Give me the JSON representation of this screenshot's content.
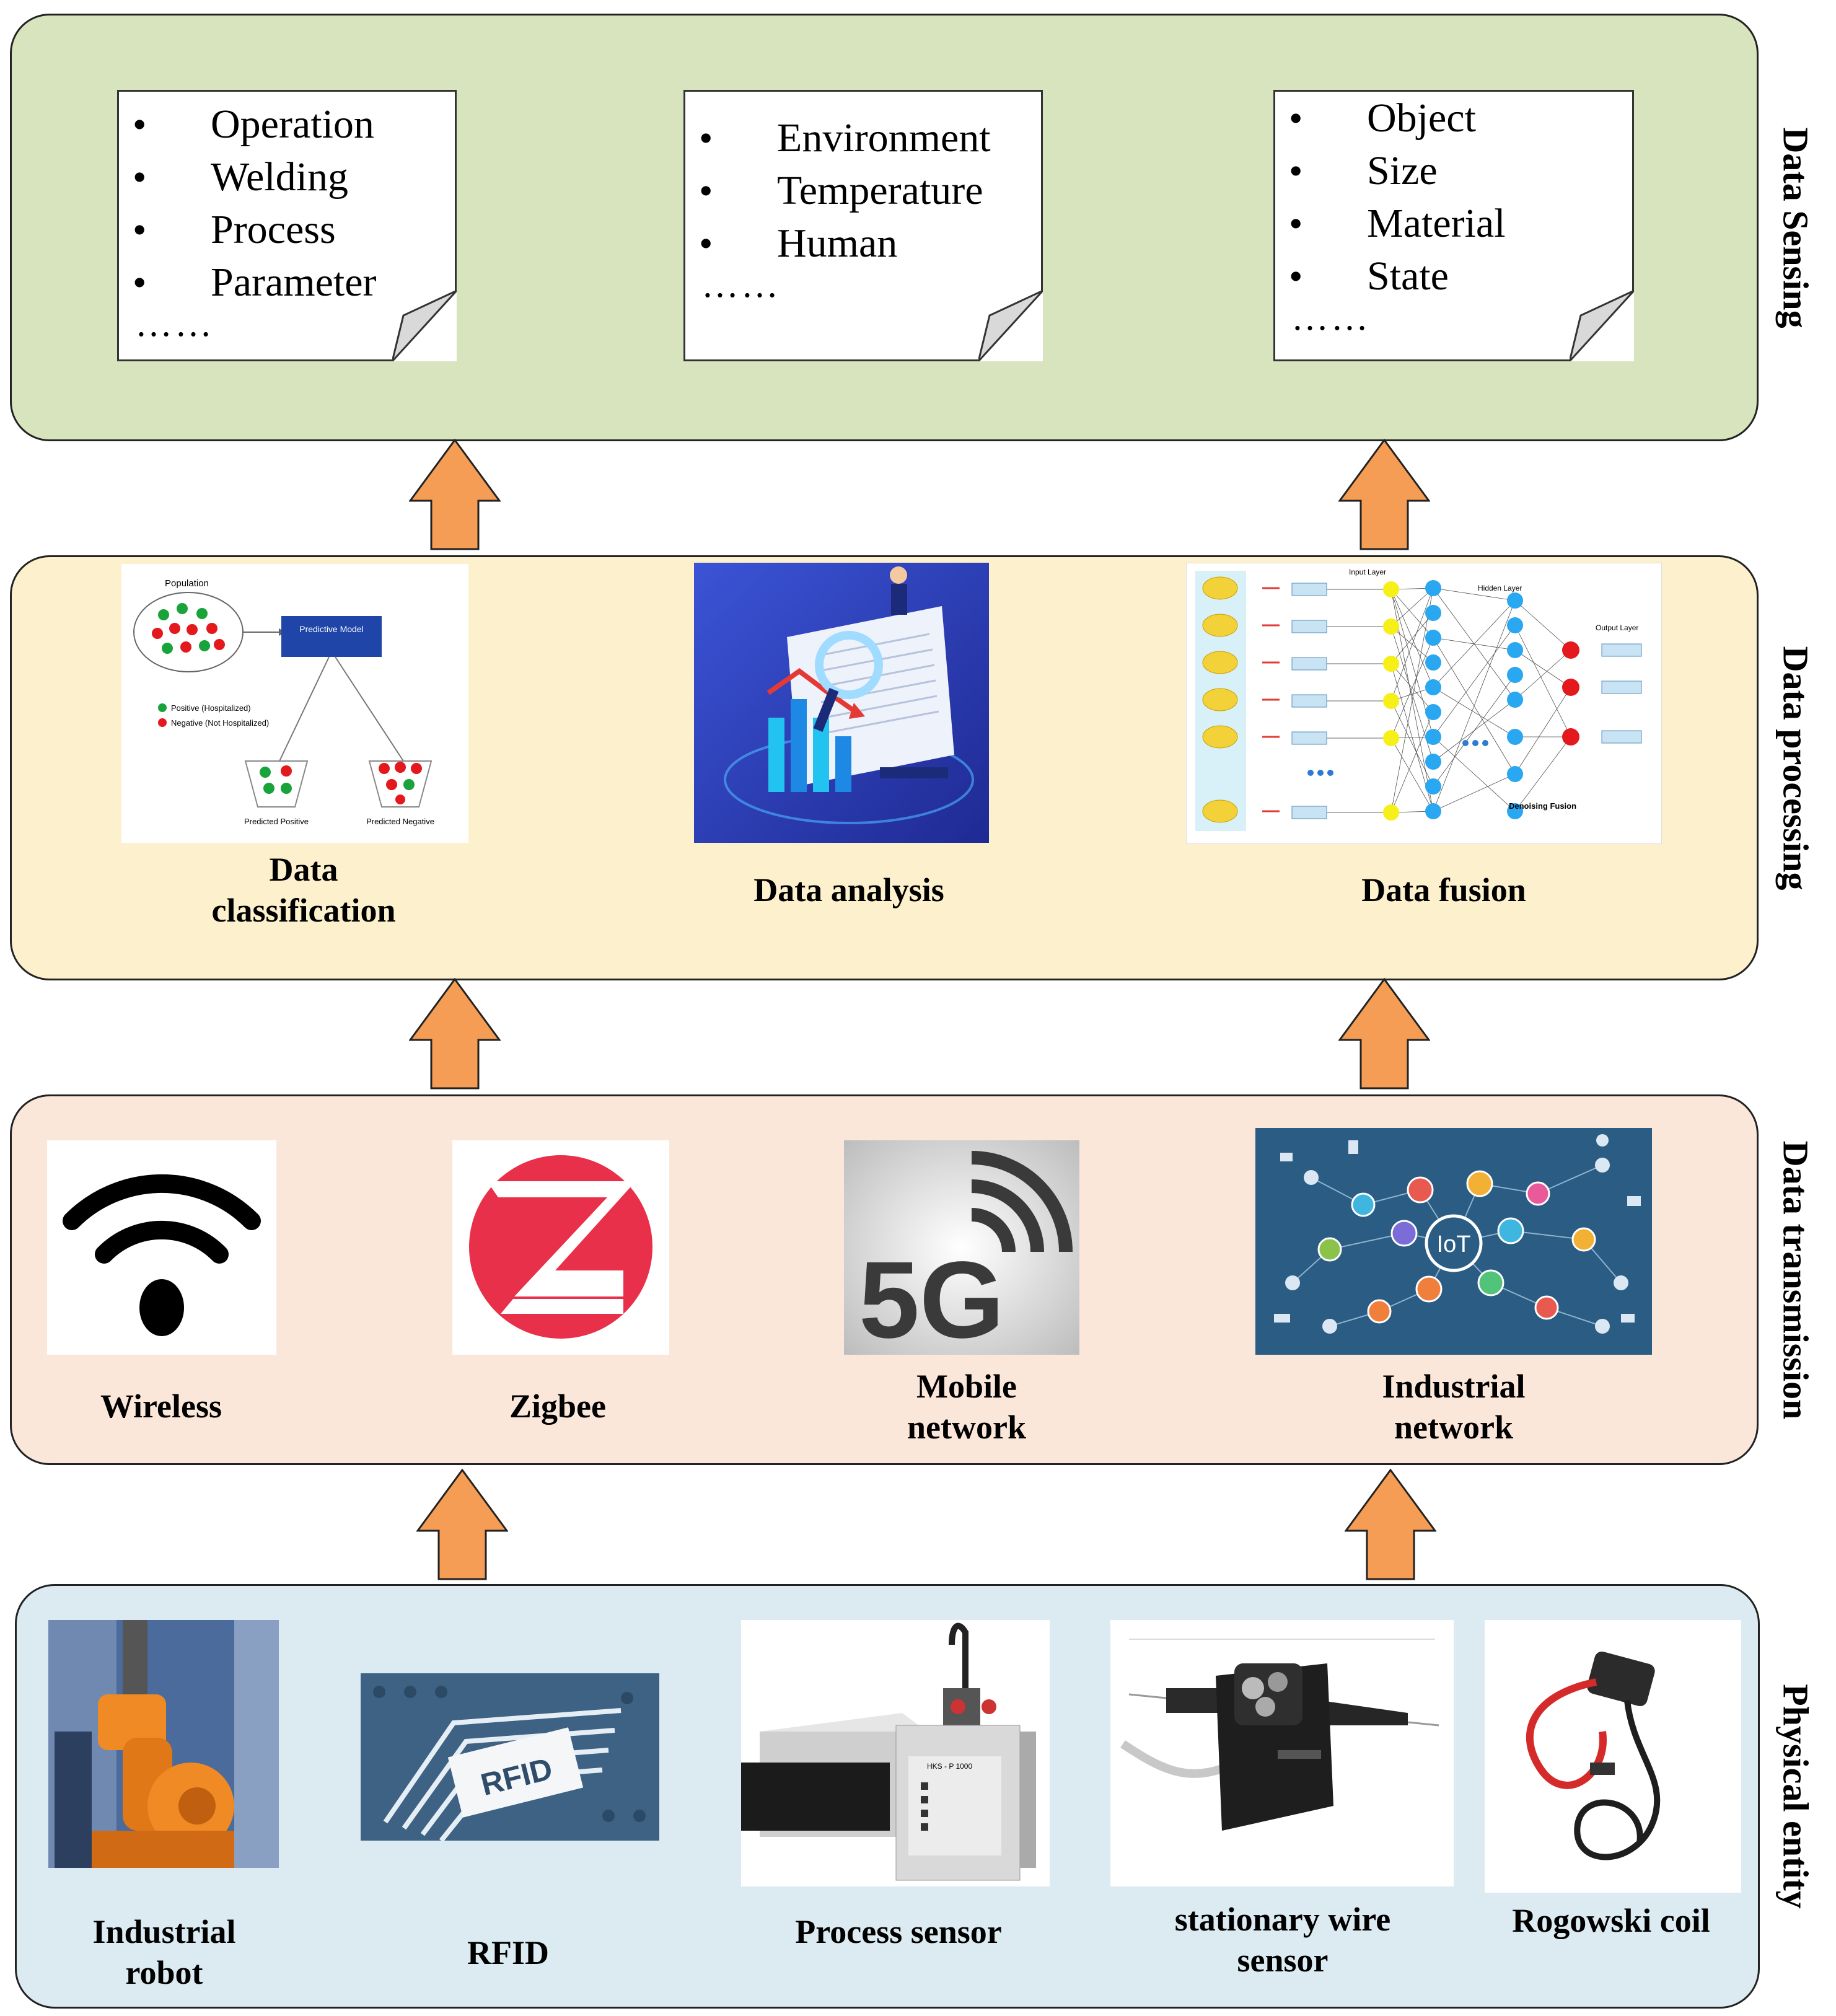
{
  "colors": {
    "sensing_bg": "#d8e4bd",
    "processing_bg": "#fdf0cc",
    "transmission_bg": "#fbe7da",
    "physical_bg": "#dcebf1",
    "arrow": "#f59d55",
    "border": "#222222"
  },
  "layers": {
    "sensing": {
      "label": "Data Sensing",
      "notes": [
        {
          "items": [
            "Operation",
            "Welding",
            "Process",
            "Parameter"
          ],
          "more": "……"
        },
        {
          "items": [
            "Environment",
            "Temperature",
            "Human"
          ],
          "more": "……"
        },
        {
          "items": [
            "Object",
            "Size",
            "Material",
            "State"
          ],
          "more": "……"
        }
      ]
    },
    "processing": {
      "label": "Data processing",
      "items": [
        {
          "label": "Data classification",
          "icon": "classification-chart-image"
        },
        {
          "label": "Data analysis",
          "icon": "analytics-illustration-image"
        },
        {
          "label": "Data fusion",
          "icon": "neural-network-image"
        }
      ]
    },
    "transmission": {
      "label": "Data transmission",
      "items": [
        {
          "label": "Wireless",
          "icon": "wifi-icon"
        },
        {
          "label": "Zigbee",
          "icon": "zigbee-logo-icon"
        },
        {
          "label": "Mobile network",
          "icon": "5g-icon"
        },
        {
          "label": "Industrial network",
          "icon": "iot-network-icon"
        }
      ]
    },
    "physical": {
      "label": "Physical entity",
      "items": [
        {
          "label": "Industrial robot",
          "icon": "industrial-robot-image"
        },
        {
          "label": "RFID",
          "icon": "rfid-tag-image"
        },
        {
          "label": "Process sensor",
          "icon": "process-sensor-image"
        },
        {
          "label": "stationary wire sensor",
          "icon": "wire-sensor-image"
        },
        {
          "label": "Rogowski coil",
          "icon": "rogowski-coil-image"
        }
      ]
    }
  },
  "embedded_text": {
    "classification": [
      "Population",
      "Predictive Model",
      "Positive (Hospitalized)",
      "Negative (Not Hospitalized)",
      "Predicted Positive",
      "Predicted Negative"
    ],
    "fusion": [
      "Input Layer",
      "Hidden Layer",
      "Output Layer",
      "Denoising Fusion"
    ],
    "iot": "IoT",
    "five_g": "5G",
    "rfid": "RFID",
    "process_sensor_model": "HKS - P 1000"
  }
}
